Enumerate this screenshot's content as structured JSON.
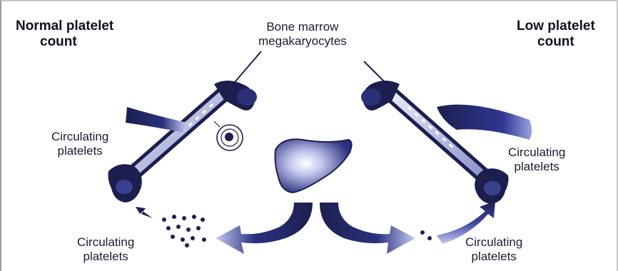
{
  "labels": {
    "normal_count": [
      "Normal platelet",
      "count"
    ],
    "low_count": [
      "Low platelet",
      "count"
    ],
    "bone_marrow": [
      "Bone marrow",
      "megakaryocytes"
    ],
    "circ_left": [
      "Circulating",
      "platelets"
    ],
    "circ_right": [
      "Circulating",
      "platelets"
    ],
    "circ_bottom_left": [
      "Circulating",
      "platelets"
    ],
    "circ_bottom_right": [
      "Circulating",
      "platelets"
    ]
  },
  "colors": {
    "navy": "#1c1f4e",
    "blue": "#3c49a6",
    "pale_blue": "#c6cbf0",
    "ink": "#1b1b33"
  }
}
